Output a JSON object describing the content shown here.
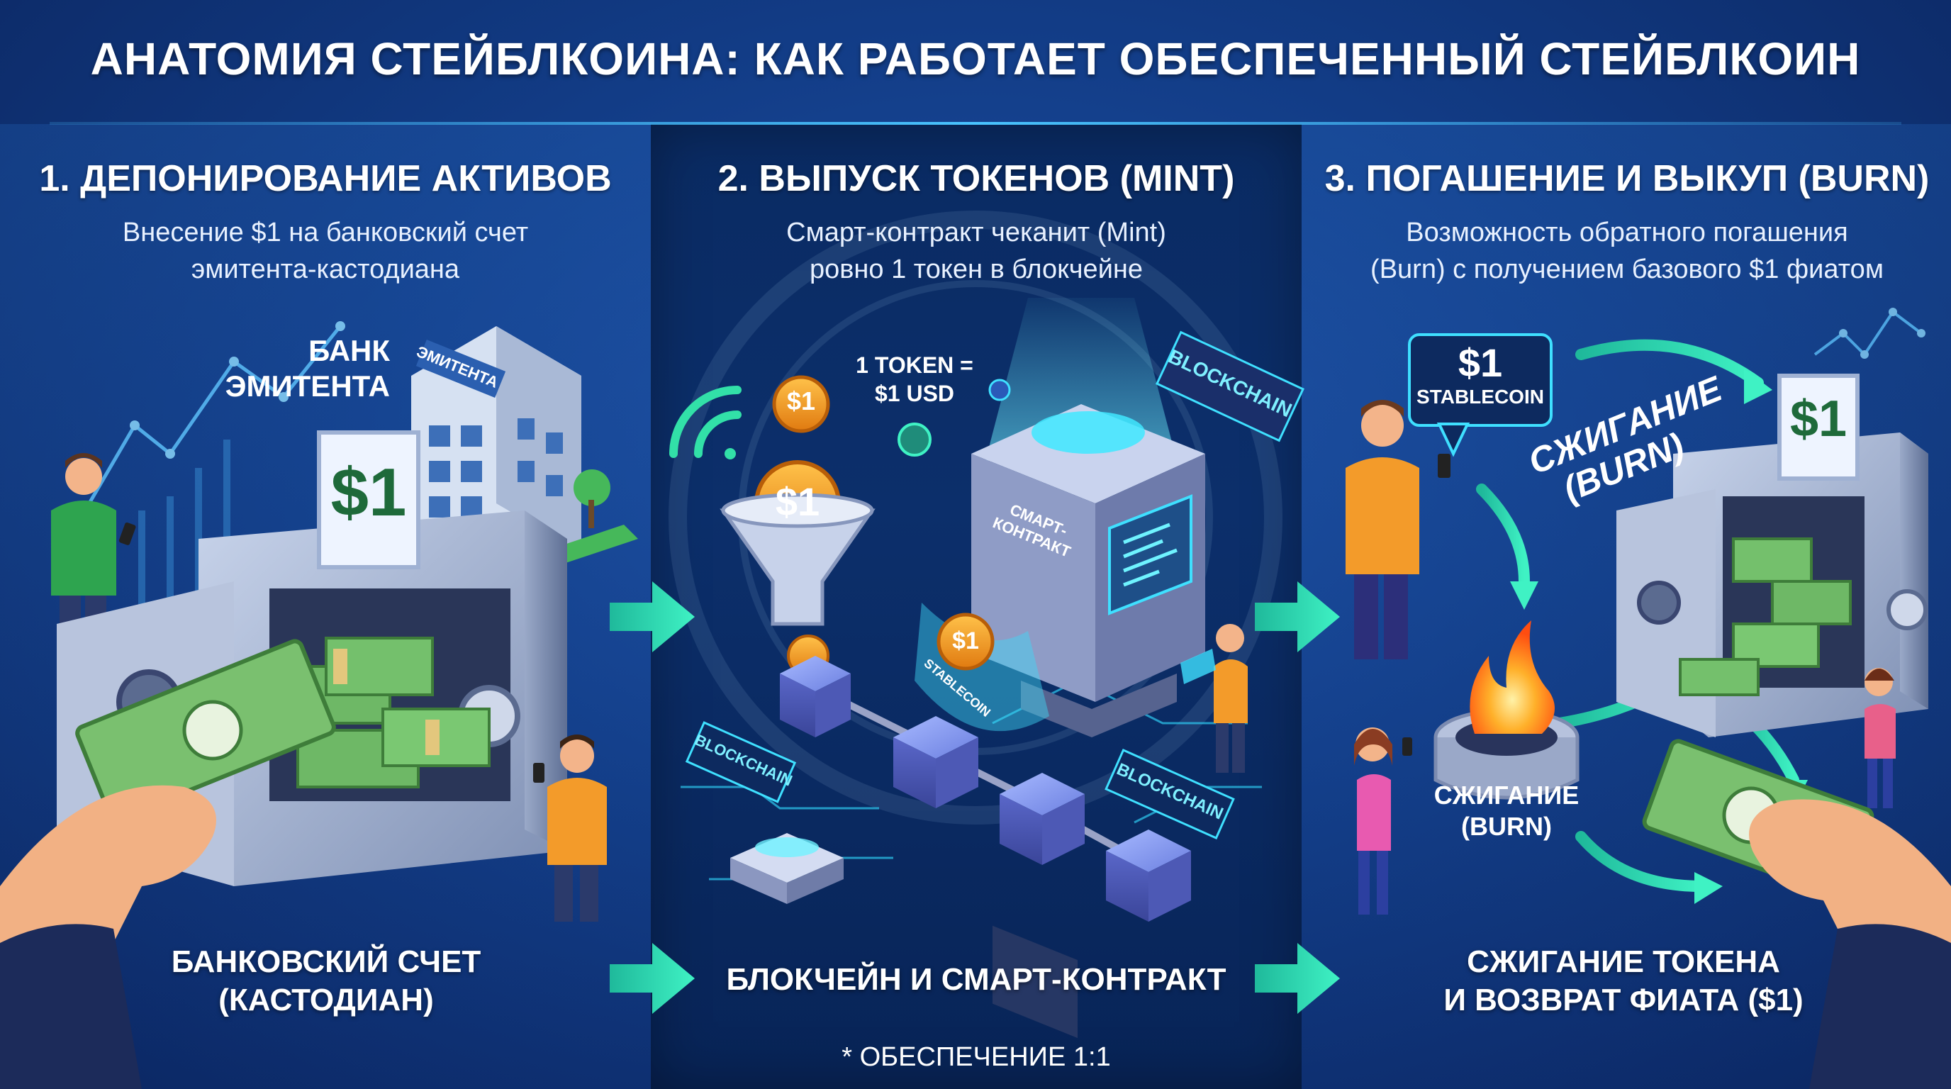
{
  "title": "АНАТОМИЯ СТЕЙБЛКОИНА: КАК РАБОТАЕТ ОБЕСПЕЧЕННЫЙ СТЕЙБЛКОИН",
  "sections": [
    {
      "heading": "1. ДЕПОНИРОВАНИЕ АКТИВОВ",
      "desc_line1": "Внесение $1 на банковский счет",
      "desc_line2": "эмитента-кастодиана",
      "bank_label_line1": "БАНК",
      "bank_label_line2": "ЭМИТЕНТА",
      "building_sign": "ЭМИТЕНТА",
      "safe_sign": "$1",
      "caption_line1": "БАНКОВСКИЙ СЧЕТ",
      "caption_line2": "(КАСТОДИАН)"
    },
    {
      "heading": "2. ВЫПУСК ТОКЕНОВ (MINT)",
      "desc_line1": "Смарт-контракт чеканит (Mint)",
      "desc_line2": "ровно 1 токен в блокчейне",
      "peg_line1": "1 TOKEN =",
      "peg_line2": "$1 USD",
      "coin_text": "$1",
      "blockchain_top": "BLOCKCHAIN",
      "blockchain_left": "BLOCKCHAIN",
      "blockchain_right": "BLOCKCHAIN",
      "machine_label": "СМАРТ-КОНТРАКТ",
      "stream_label": "STABLECOIN",
      "caption": "БЛОКЧЕЙН И СМАРТ-КОНТРАКТ",
      "footnote": "* ОБЕСПЕЧЕНИЕ 1:1"
    },
    {
      "heading": "3. ПОГАШЕНИЕ И ВЫКУП (BURN)",
      "desc_line1": "Возможность обратного погашения",
      "desc_line2": "(Burn) с получением базового $1 фиатом",
      "bubble_amount": "$1",
      "bubble_label": "STABLECOIN",
      "burn_tag_line1": "СЖИГАНИЕ",
      "burn_tag_line2": "(BURN)",
      "burn_label_line1": "СЖИГАНИЕ",
      "burn_label_line2": "(BURN)",
      "safe_sign": "$1",
      "caption_line1": "СЖИГАНИЕ ТОКЕНА",
      "caption_line2": "И ВОЗВРАТ ФИАТА ($1)"
    }
  ],
  "colors": {
    "bg_dark": "#0b2660",
    "bg_mid": "#1d4fa3",
    "accent_cyan": "#3fe0ff",
    "accent_green_arrow": "#2fe6b8",
    "coin_orange": "#f39a1c",
    "money_green": "#5ea85a",
    "flame": "#ff7a1a"
  }
}
